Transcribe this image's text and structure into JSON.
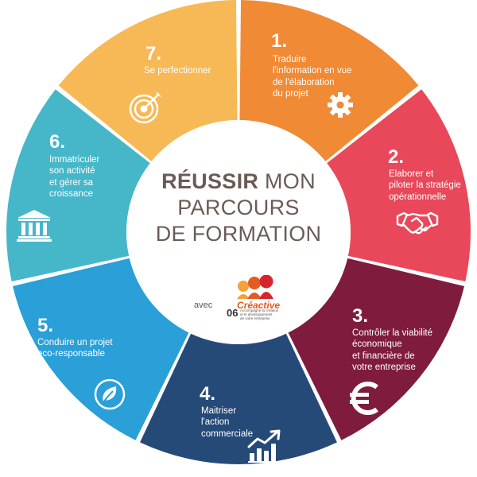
{
  "center": {
    "title_bold": "RÉUSSIR",
    "title_rest_1": "MON",
    "title_line_2": "PARCOURS",
    "title_line_3": "DE FORMATION",
    "with_label": "avec",
    "logo_name": "Créactive",
    "logo_number": "06",
    "logo_tagline": "Accompagne la création\net le développement\nde votre entreprise"
  },
  "steps": [
    {
      "number": "1.",
      "text": "Traduire\nl'information en vue\nde l'élaboration\ndu projet",
      "color": "#f08a34",
      "icon": "gear-icon"
    },
    {
      "number": "2.",
      "text": "Elaborer et\npiloter la stratégie\nopérationnelle",
      "color": "#e8485a",
      "icon": "handshake-icon"
    },
    {
      "number": "3.",
      "text": "Contrôler la viabilité\néconomique\net financière de\nvotre entreprise",
      "color": "#7f1c3e",
      "icon": "euro-icon"
    },
    {
      "number": "4.",
      "text": "Maitriser\nl'action\ncommerciale",
      "color": "#264a78",
      "icon": "growth-chart-icon"
    },
    {
      "number": "5.",
      "text": "Conduire un projet\neco-responsable",
      "color": "#2a9fd8",
      "icon": "leaf-icon"
    },
    {
      "number": "6.",
      "text": "Immatriculer\nson activité\net gérer sa\ncroissance",
      "color": "#45b7c9",
      "icon": "bank-building-icon"
    },
    {
      "number": "7.",
      "text": "Se perfectionner",
      "color": "#f7b955",
      "icon": "target-icon"
    }
  ]
}
